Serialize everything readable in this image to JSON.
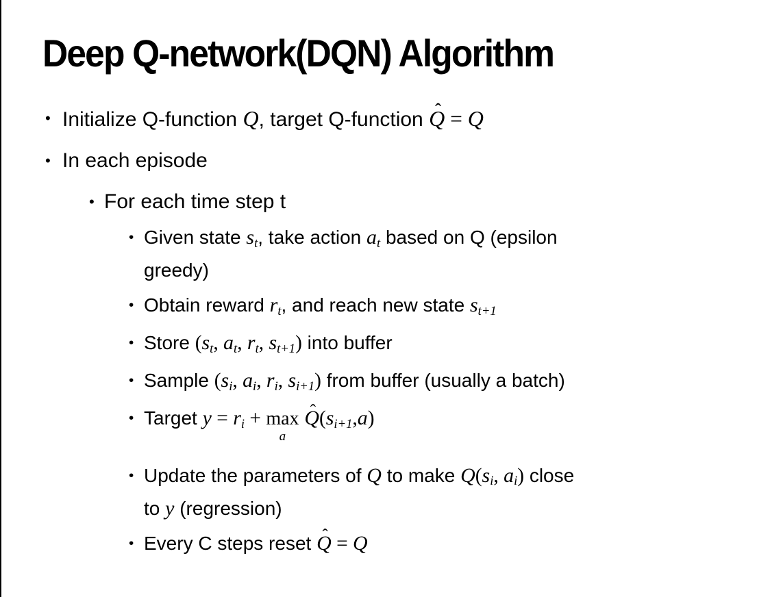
{
  "slide": {
    "title": "Deep Q-network(DQN) Algorithm",
    "bullet_char": "•",
    "colors": {
      "text": "#000000",
      "background": "#ffffff",
      "border": "#000000"
    },
    "items": [
      {
        "level": 1,
        "lines": [
          [
            {
              "k": "t",
              "v": "Initialize Q-function "
            },
            {
              "k": "m",
              "v": "Q"
            },
            {
              "k": "t",
              "v": ", target Q-function "
            },
            {
              "k": "mhat",
              "v": "Q"
            },
            {
              "k": "o",
              "v": " = "
            },
            {
              "k": "m",
              "v": "Q"
            }
          ]
        ]
      },
      {
        "level": 1,
        "lines": [
          [
            {
              "k": "t",
              "v": "In each episode"
            }
          ]
        ]
      },
      {
        "level": 2,
        "lines": [
          [
            {
              "k": "t",
              "v": "For each time step t"
            }
          ]
        ]
      },
      {
        "level": 3,
        "lines": [
          [
            {
              "k": "t",
              "v": "Given state "
            },
            {
              "k": "msub",
              "b": "s",
              "s": "t"
            },
            {
              "k": "t",
              "v": ", take action "
            },
            {
              "k": "msub",
              "b": "a",
              "s": "t"
            },
            {
              "k": "t",
              "v": " based on Q (epsilon"
            }
          ],
          [
            {
              "k": "t",
              "v": "greedy)"
            }
          ]
        ]
      },
      {
        "level": 3,
        "lines": [
          [
            {
              "k": "t",
              "v": "Obtain reward "
            },
            {
              "k": "msub",
              "b": "r",
              "s": "t"
            },
            {
              "k": "t",
              "v": ", and reach new state "
            },
            {
              "k": "msub",
              "b": "s",
              "s": "t+1"
            }
          ]
        ]
      },
      {
        "level": 3,
        "lines": [
          [
            {
              "k": "t",
              "v": "Store "
            },
            {
              "k": "o",
              "v": "("
            },
            {
              "k": "msub",
              "b": "s",
              "s": "t"
            },
            {
              "k": "o",
              "v": ", "
            },
            {
              "k": "msub",
              "b": "a",
              "s": "t"
            },
            {
              "k": "o",
              "v": ", "
            },
            {
              "k": "msub",
              "b": "r",
              "s": "t"
            },
            {
              "k": "o",
              "v": ", "
            },
            {
              "k": "msub",
              "b": "s",
              "s": "t+1"
            },
            {
              "k": "o",
              "v": ")"
            },
            {
              "k": "t",
              "v": " into buffer"
            }
          ]
        ]
      },
      {
        "level": 3,
        "lines": [
          [
            {
              "k": "t",
              "v": "Sample "
            },
            {
              "k": "o",
              "v": "("
            },
            {
              "k": "msub",
              "b": "s",
              "s": "i"
            },
            {
              "k": "o",
              "v": ", "
            },
            {
              "k": "msub",
              "b": "a",
              "s": "i"
            },
            {
              "k": "o",
              "v": ", "
            },
            {
              "k": "msub",
              "b": "r",
              "s": "i"
            },
            {
              "k": "o",
              "v": ", "
            },
            {
              "k": "msub",
              "b": "s",
              "s": "i+1"
            },
            {
              "k": "o",
              "v": ")"
            },
            {
              "k": "t",
              "v": " from buffer (usually a batch)"
            }
          ]
        ]
      },
      {
        "level": 3,
        "lines": [
          [
            {
              "k": "t",
              "v": "Target "
            },
            {
              "k": "m",
              "v": "y"
            },
            {
              "k": "o",
              "v": " = "
            },
            {
              "k": "msub",
              "b": "r",
              "s": "i"
            },
            {
              "k": "o",
              "v": " + "
            },
            {
              "k": "munder",
              "v": "max",
              "u": "a"
            },
            {
              "k": "t",
              "v": " "
            },
            {
              "k": "mhat",
              "v": "Q"
            },
            {
              "k": "o",
              "v": "("
            },
            {
              "k": "msub",
              "b": "s",
              "s": "i+1"
            },
            {
              "k": "o",
              "v": ","
            },
            {
              "k": "m",
              "v": "a"
            },
            {
              "k": "o",
              "v": ")"
            }
          ]
        ]
      },
      {
        "level": 3,
        "lines": [
          [
            {
              "k": "t",
              "v": "Update the parameters of "
            },
            {
              "k": "m",
              "v": "Q"
            },
            {
              "k": "t",
              "v": " to make "
            },
            {
              "k": "m",
              "v": "Q"
            },
            {
              "k": "o",
              "v": "("
            },
            {
              "k": "msub",
              "b": "s",
              "s": "i"
            },
            {
              "k": "o",
              "v": ", "
            },
            {
              "k": "msub",
              "b": "a",
              "s": "i"
            },
            {
              "k": "o",
              "v": ")"
            },
            {
              "k": "t",
              "v": " close"
            }
          ],
          [
            {
              "k": "t",
              "v": "to "
            },
            {
              "k": "m",
              "v": "y"
            },
            {
              "k": "t",
              "v": " (regression)"
            }
          ]
        ]
      },
      {
        "level": 3,
        "lines": [
          [
            {
              "k": "t",
              "v": "Every C steps reset "
            },
            {
              "k": "mhat",
              "v": "Q"
            },
            {
              "k": "o",
              "v": " = "
            },
            {
              "k": "m",
              "v": "Q"
            }
          ]
        ]
      }
    ]
  }
}
